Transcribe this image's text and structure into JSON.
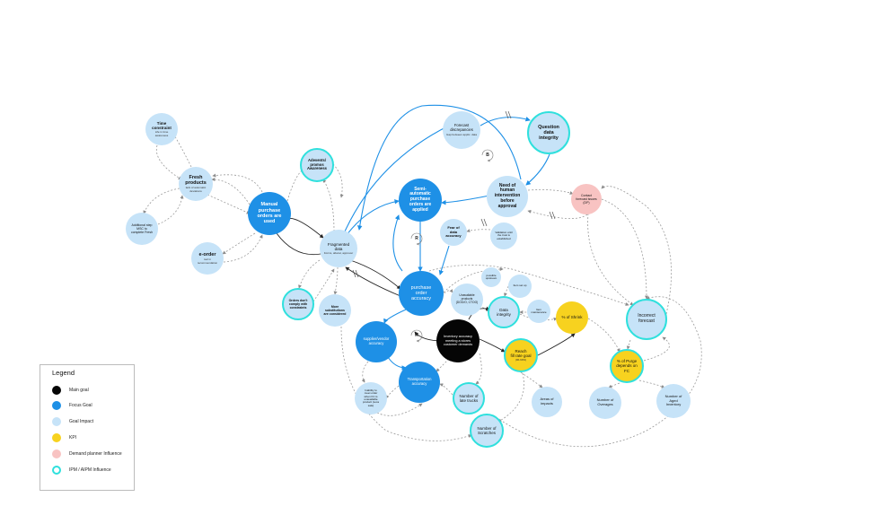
{
  "nodes": [
    {
      "id": "time_constraint",
      "title": "Time\nconstraint",
      "sub": "Life in time\nawareness",
      "category": "impact"
    },
    {
      "id": "fresh_products",
      "title": "Fresh\nproducts",
      "sub": "lack of automatic\ndeviations",
      "category": "impact"
    },
    {
      "id": "additional_step",
      "title": "Additional step\nMSC to\ncomplete Fresh",
      "sub": "",
      "category": "impact"
    },
    {
      "id": "e_order",
      "title": "e-order",
      "sub": "tool in\nrecommendation",
      "category": "impact"
    },
    {
      "id": "manual_po",
      "title": "Manual\npurchase\norders are\nused",
      "sub": "",
      "category": "focus"
    },
    {
      "id": "adevents",
      "title": "Adevents/\npromos\nAwareness",
      "sub": "",
      "category": "impact",
      "ipm": true
    },
    {
      "id": "fragmented_data",
      "title": "Fragmented\ndata",
      "sub": "Forms, allocat, approver",
      "category": "impact"
    },
    {
      "id": "forecast_discrepancies",
      "title": "Forecast\ndiscrepancies",
      "sub": "Gap between applic. data",
      "category": "impact"
    },
    {
      "id": "question_data_integrity",
      "title": "Question\ndata\nintegrity",
      "sub": "",
      "category": "impact",
      "ipm": true
    },
    {
      "id": "semi_auto_po",
      "title": "Semi-\nautomatic\npurchase\norders are\napplied",
      "sub": "",
      "category": "focus"
    },
    {
      "id": "need_human",
      "title": "Need of\nhuman\nintervention\nbefore\napproval",
      "sub": "",
      "category": "impact"
    },
    {
      "id": "contact_forecast",
      "title": "Contact\nforecast issues\n(DP)",
      "sub": "",
      "category": "dp"
    },
    {
      "id": "fear_data_accuracy",
      "title": "Fear of\ndata\naccuracy",
      "sub": "",
      "category": "impact"
    },
    {
      "id": "validation_until",
      "title": "Validation until\nthe trust is\nestablished",
      "sub": "",
      "category": "impact"
    },
    {
      "id": "po_accuracy",
      "title": "purchase\norder\naccuracy",
      "sub": "",
      "category": "focus"
    },
    {
      "id": "orders_dont_comply",
      "title": "Orders don't\ncomply with\nconstraints",
      "sub": "",
      "category": "impact",
      "ipm": true
    },
    {
      "id": "more_substitutions",
      "title": "More\nsubstitutions\nare considered",
      "sub": "",
      "category": "impact"
    },
    {
      "id": "possible_upstream",
      "title": "possible\nupstream",
      "sub": "",
      "category": "impact"
    },
    {
      "id": "unavailable_products",
      "title": "Unavailable\nproducts\n(DOO/O, CTOO)",
      "sub": "",
      "category": "impact"
    },
    {
      "id": "item_set_up",
      "title": "Item set up",
      "sub": "",
      "category": "impact"
    },
    {
      "id": "data_integrity",
      "title": "Data\nintegrity",
      "sub": "",
      "category": "impact",
      "ipm": true
    },
    {
      "id": "item_maintenance",
      "title": "Item\nmaintenance",
      "sub": "",
      "category": "impact"
    },
    {
      "id": "pct_shrink",
      "title": "% of Shrink",
      "sub": "",
      "category": "kpi"
    },
    {
      "id": "incorrect_forecast",
      "title": "Incorrect\nforecast",
      "sub": "",
      "category": "impact",
      "ipm": true
    },
    {
      "id": "supplier_accuracy",
      "title": "supplier/vendor\naccuracy",
      "sub": "",
      "category": "focus"
    },
    {
      "id": "inventory_accuracy",
      "title": "Inventory accuracy\nmeeting a stores\ncustomer demands",
      "sub": "",
      "category": "goal"
    },
    {
      "id": "reach_fill_rate",
      "title": "Reach\nfill rate goal",
      "sub": "(96-99%)",
      "category": "kpi",
      "ipm": true
    },
    {
      "id": "pct_purge",
      "title": "% of Purge\ndepends on\nFC",
      "sub": "",
      "category": "kpi",
      "ipm": true
    },
    {
      "id": "transportation_accuracy",
      "title": "Transportation\naccuracy",
      "sub": "",
      "category": "focus"
    },
    {
      "id": "inability_meet_order",
      "title": "Inability to\nmeet order\nwhen FC is\nunavailable\nproduct (Loss\nsale)",
      "sub": "",
      "category": "impact"
    },
    {
      "id": "number_late_trucks",
      "title": "Number of\nlate trucks",
      "sub": "",
      "category": "impact",
      "ipm": true
    },
    {
      "id": "areas_of_impacts",
      "title": "Areas of\nimpacts",
      "sub": "",
      "category": "impact"
    },
    {
      "id": "number_overages",
      "title": "Number of\nOverages",
      "sub": "",
      "category": "impact"
    },
    {
      "id": "number_aged_inventory",
      "title": "Number of\nAged\nInventory",
      "sub": "",
      "category": "impact"
    },
    {
      "id": "number_scratches",
      "title": "Number of\nScratches",
      "sub": "",
      "category": "impact",
      "ipm": true
    }
  ],
  "loops": [
    {
      "id": "loop_b",
      "label": "B"
    },
    {
      "id": "loop_r1",
      "label": "R"
    },
    {
      "id": "loop_r2",
      "label": "R"
    }
  ],
  "legend": {
    "title": "Legend",
    "items": [
      {
        "label": "Main goal",
        "category": "goal"
      },
      {
        "label": "Focus Goal",
        "category": "focus"
      },
      {
        "label": "Goal Impact",
        "category": "impact"
      },
      {
        "label": "KPI",
        "category": "kpi"
      },
      {
        "label": "Demand planner Influence",
        "category": "dp"
      },
      {
        "label": "IPM / AIPM Influence",
        "category": "ipm"
      }
    ]
  },
  "colors": {
    "goal": "#050505",
    "focus": "#1e90e6",
    "impact": "#c6e3f8",
    "kpi": "#f7d21f",
    "dp": "#f8c3c2",
    "ipm": "#2fe0dd",
    "edge_dashed": "#9a9a9a",
    "edge_blue": "#1e90e6",
    "edge_black": "#222222"
  }
}
